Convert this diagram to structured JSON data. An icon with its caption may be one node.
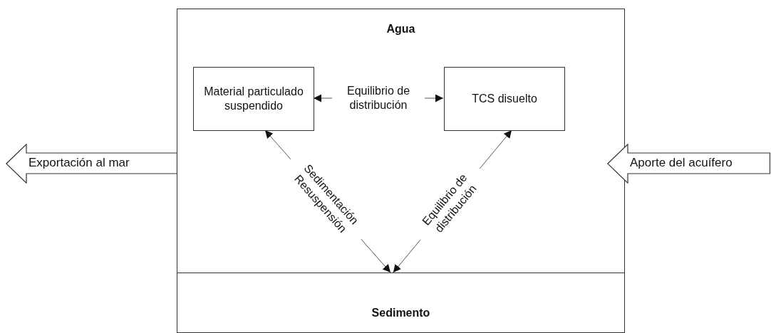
{
  "diagram": {
    "nodes": [
      {
        "text": [
          "Agua"
        ]
      },
      {
        "text": [
          "Material particulado suspendido"
        ],
        "in": 0
      },
      {
        "text": [
          "TCS disuelto"
        ],
        "in": 0
      },
      {
        "text": [
          "Sedimento"
        ]
      },
      {
        "text": [
          "Exportación al mar"
        ]
      },
      {
        "text": [
          "Aporte del acuífero"
        ]
      }
    ],
    "edges": [
      {
        "from": 1,
        "to": 2,
        "arrow": "both",
        "label": "Equilibrio de distribución"
      },
      {
        "from": 1,
        "to": 3,
        "arrow": "both",
        "label": "Sedimentación Resuspensión"
      },
      {
        "from": 2,
        "to": 3,
        "arrow": "both",
        "label": "Equilibrio de distribución"
      }
    ]
  }
}
